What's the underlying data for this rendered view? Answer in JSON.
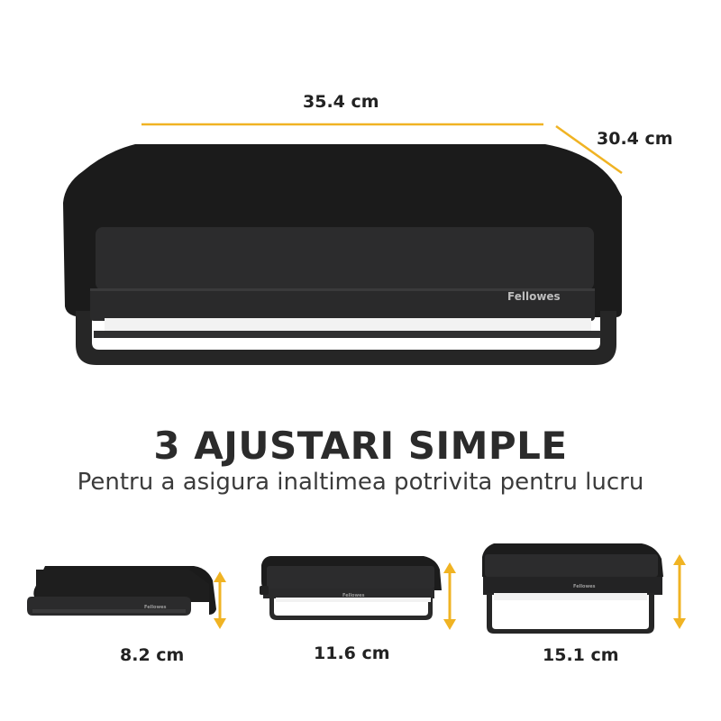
{
  "dimensions": {
    "width": "35.4 cm",
    "depth": "30.4 cm"
  },
  "brand": "Fellowes",
  "headline": "3 AJUSTARI SIMPLE",
  "subheadline": "Pentru a asigura inaltimea potrivita pentru lucru",
  "heights": [
    {
      "label": "8.2 cm"
    },
    {
      "label": "11.6 cm"
    },
    {
      "label": "15.1 cm"
    }
  ],
  "colors": {
    "accent": "#f0b323",
    "product": "#1f1f1f"
  }
}
